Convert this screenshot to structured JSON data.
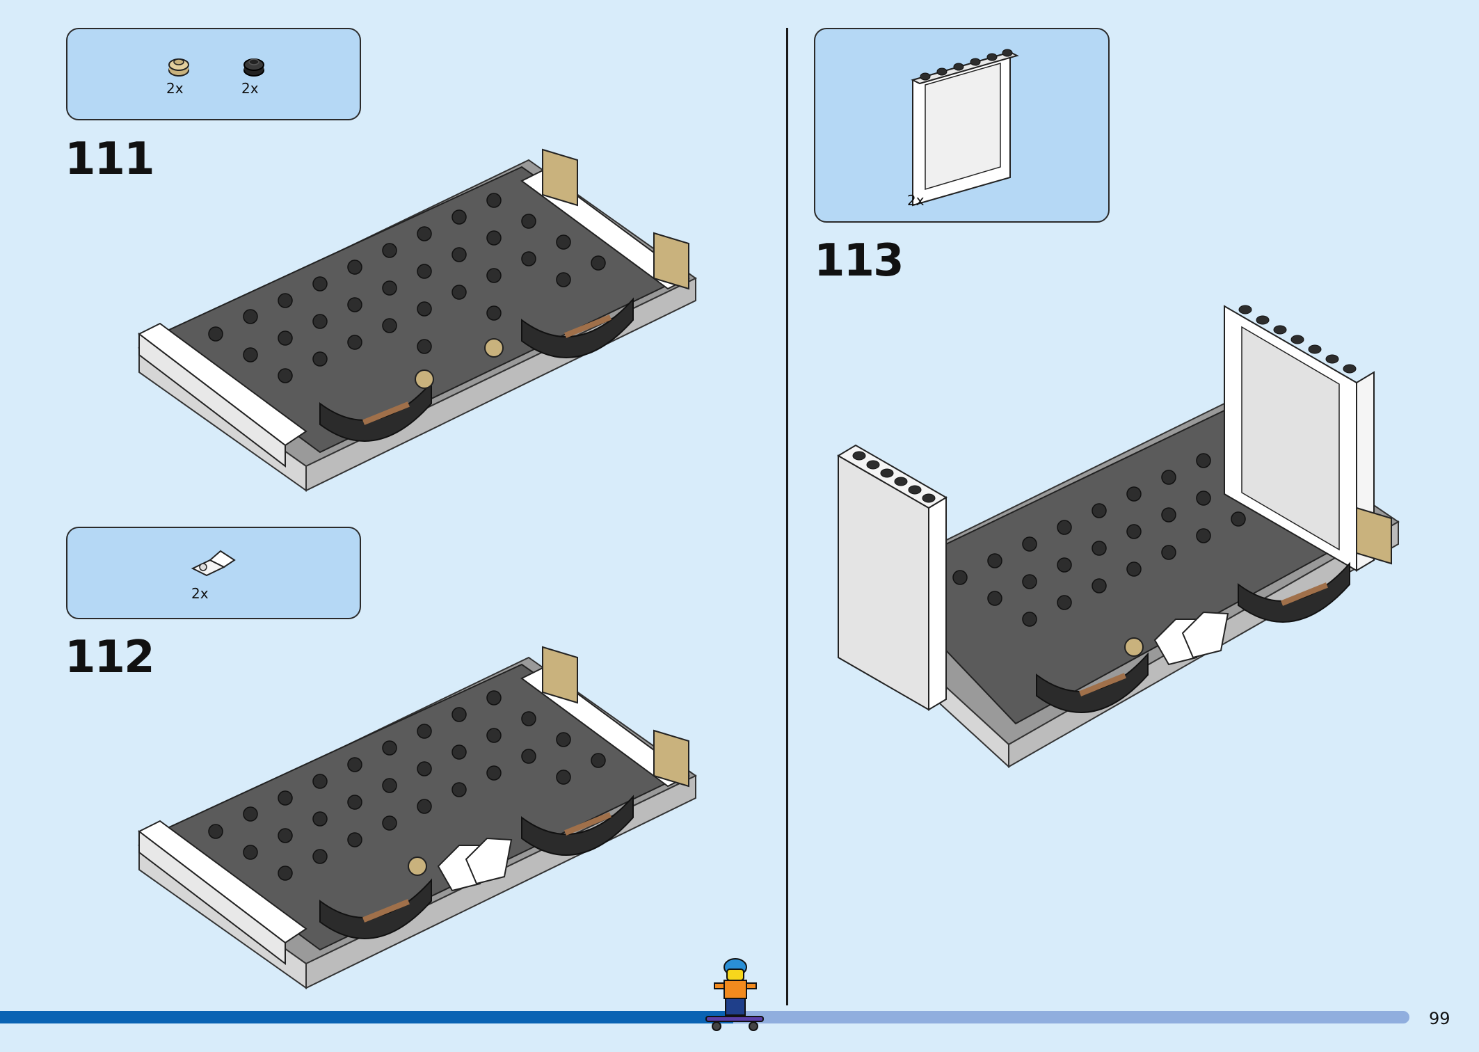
{
  "steps": [
    {
      "number": "111",
      "parts": [
        {
          "icon": "tan-round-plate-icon",
          "qty": "2x"
        },
        {
          "icon": "black-round-plate-icon",
          "qty": "2x"
        }
      ]
    },
    {
      "number": "112",
      "parts": [
        {
          "icon": "white-bracket-plate-icon",
          "qty": "2x"
        }
      ]
    },
    {
      "number": "113",
      "parts": [
        {
          "icon": "white-window-frame-icon",
          "qty": "2x"
        }
      ]
    }
  ],
  "progress": {
    "fraction": 0.52
  },
  "page_number": "99",
  "colors": {
    "background": "#d8ecfa",
    "parts_box": "#b5d8f5",
    "progress_fill": "#0a63b3",
    "progress_track": "#90aede",
    "baseplate": "#5a5a5a",
    "stud": "#2b2b2b",
    "white_brick": "#ffffff",
    "tan": "#c9b27d"
  }
}
